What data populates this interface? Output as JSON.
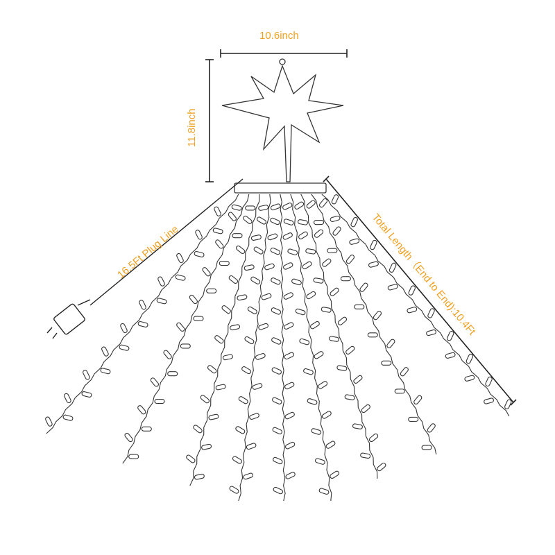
{
  "dimensions": {
    "width_label": "10.6inch",
    "height_label": "11.8inch",
    "plug_line_label": "16.5Ft Plug Line",
    "total_length_label": "Total Length（End to End):10.4Ft"
  },
  "colors": {
    "accent": "#F0A020",
    "line": "#222222"
  },
  "strand_count": 9
}
